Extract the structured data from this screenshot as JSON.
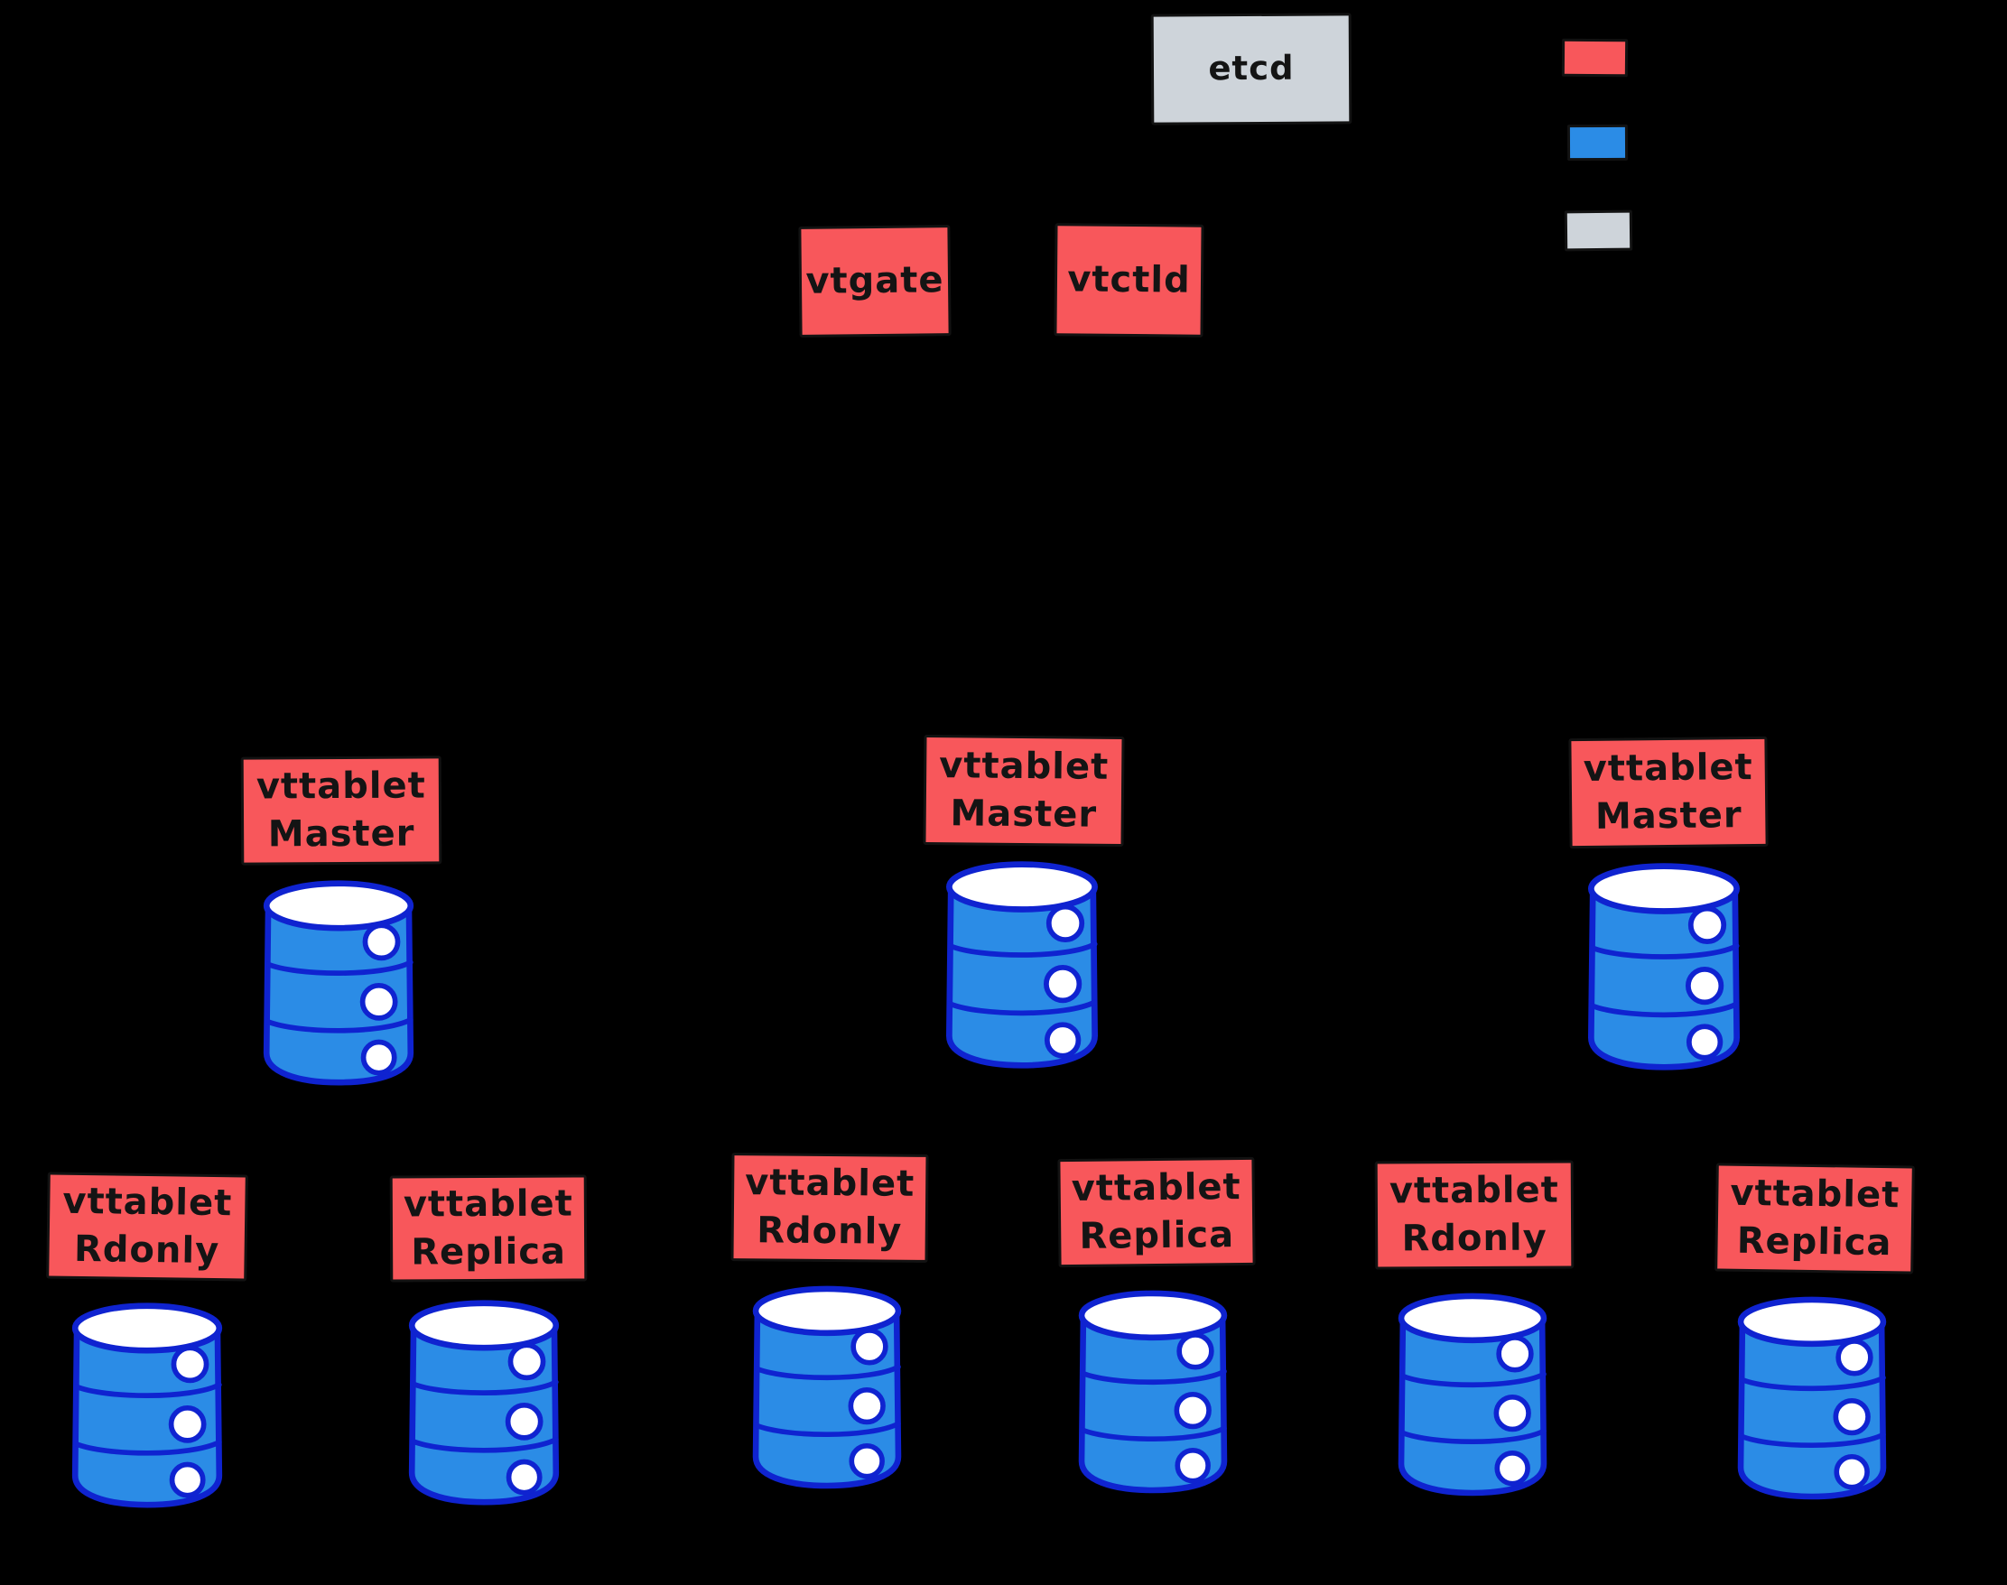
{
  "palette": {
    "background": "#000000",
    "red": "#f8575b",
    "blue_fill": "#2b8ce6",
    "blue_stroke": "#0f23d0",
    "gray": "#ced4da",
    "label_text": "#141414"
  },
  "nodes": {
    "etcd": {
      "label": "etcd"
    },
    "vtgate": {
      "label": "vtgate"
    },
    "vtctld": {
      "label": "vtctld"
    }
  },
  "masters": [
    {
      "label": "vttablet\nMaster"
    },
    {
      "label": "vttablet\nMaster"
    },
    {
      "label": "vttablet\nMaster"
    }
  ],
  "tablets": [
    {
      "label": "vttablet\nRdonly"
    },
    {
      "label": "vttablet\nReplica"
    },
    {
      "label": "vttablet\nRdonly"
    },
    {
      "label": "vttablet\nReplica"
    },
    {
      "label": "vttablet\nRdonly"
    },
    {
      "label": "vttablet\nReplica"
    }
  ],
  "legend": {
    "swatches": [
      {
        "name": "red-swatch",
        "color": "#f8575b"
      },
      {
        "name": "blue-swatch",
        "color": "#2b8ce6"
      },
      {
        "name": "gray-swatch",
        "color": "#ced4da"
      }
    ]
  },
  "icons": {
    "database": "database-cylinder-icon"
  }
}
